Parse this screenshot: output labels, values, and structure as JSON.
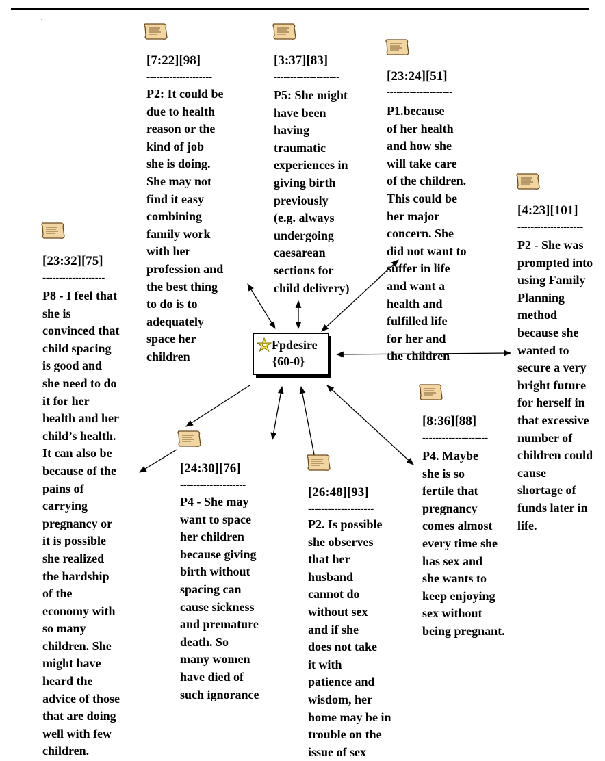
{
  "page": {
    "corner_mark": "."
  },
  "hub": {
    "name": "Fpdesire",
    "counts": "{60-0}"
  },
  "memos": [
    {
      "id": "[23:32][75]",
      "separator": "-------------------",
      "text": "P8 - I feel that\nshe is\nconvinced that\nchild spacing\nis good and\nshe need to do\nit for her\nhealth and her\nchild’s health.\nIt can also be\nbecause of the\npains of\ncarrying\npregnancy or\nit is possible\nshe realized\nthe hardship\nof the\neconomy with\nso many\nchildren. She\nmight have\nheard the\nadvice of those\nthat are doing\nwell with few\nchildren."
    },
    {
      "id": "[7:22][98]",
      "separator": "--------------------",
      "text": "P2: It could be\ndue to health\nreason or the\nkind of job\nshe is doing.\nShe may not\nfind it easy\ncombining\nfamily work\nwith her\nprofession and\nthe best thing\nto do is to\nadequately\nspace her\nchildren"
    },
    {
      "id": "[3:37][83]",
      "separator": "--------------------",
      "text": "P5: She might\nhave been\nhaving\ntraumatic\nexperiences in\ngiving birth\npreviously\n(e.g. always\nundergoing\ncaesarean\nsections for\nchild delivery)"
    },
    {
      "id": "[23:24][51]",
      "separator": "--------------------",
      "text": "P1.because\nof her health\nand how she\nwill take care\nof the children.\nThis could be\nher major\nconcern. She\ndid not want to\nsuffer in life\nand want a\nhealth and\nfulfilled life\nfor her and\nthe children"
    },
    {
      "id": "[4:23][101]",
      "separator": "--------------------",
      "text": "P2 - She was\nprompted into\nusing Family\nPlanning\nmethod\nbecause she\nwanted to\nsecure a very\nbright future\nfor herself in\nthat excessive\nnumber of\nchildren could\ncause\nshortage of\nfunds later in\nlife."
    },
    {
      "id": "[24:30][76]",
      "separator": "--------------------",
      "text": "P4 - She may\nwant to space\nher children\nbecause giving\nbirth without\nspacing can\ncause sickness\nand premature\ndeath. So\nmany women\nhave died of\nsuch ignorance"
    },
    {
      "id": "[26:48][93]",
      "separator": "--------------------",
      "text": "P2. Is possible\nshe observes\nthat her\nhusband\ncannot do\nwithout sex\nand if she\ndoes not take\nit with\npatience and\nwisdom, her\nhome may be in\ntrouble on the\nissue of sex"
    },
    {
      "id": "[8:36][88]",
      "separator": "--------------------",
      "text": "P4. Maybe\nshe is so\nfertile that\npregnancy\ncomes almost\nevery time she\nhas sex and\nshe wants to\nkeep enjoying\nsex without\nbeing pregnant."
    }
  ]
}
